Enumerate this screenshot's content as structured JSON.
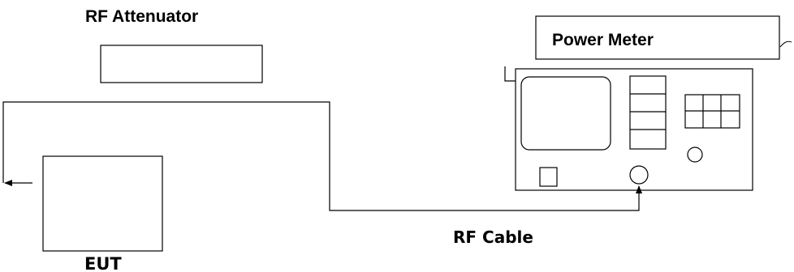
{
  "labels": {
    "attenuator": "RF Attenuator",
    "power_meter": "Power Meter",
    "cable": "RF Cable",
    "eut": "EUT"
  },
  "colors": {
    "line": "#000000",
    "background": "#ffffff"
  },
  "icons": {
    "arrow_left": "arrow-left-icon",
    "arrow_up": "arrow-up-icon"
  }
}
